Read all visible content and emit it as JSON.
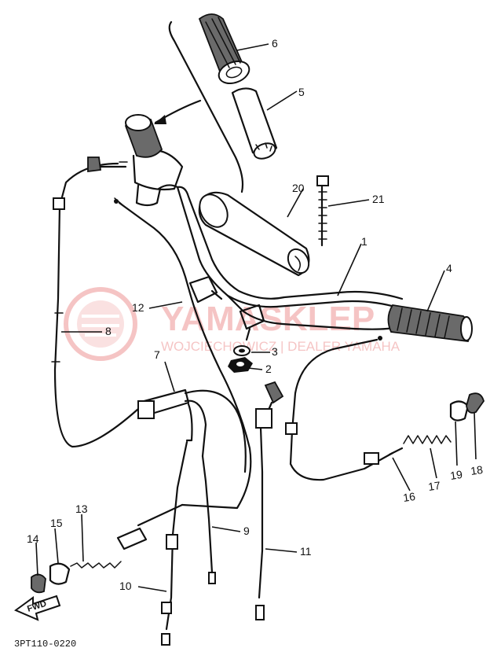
{
  "diagram": {
    "drawing_code": "3PT110-0220",
    "fwd_label": "FWD",
    "callouts": [
      {
        "id": "c1",
        "label": "1"
      },
      {
        "id": "c2",
        "label": "2"
      },
      {
        "id": "c3",
        "label": "3"
      },
      {
        "id": "c4",
        "label": "4"
      },
      {
        "id": "c5",
        "label": "5"
      },
      {
        "id": "c6",
        "label": "6"
      },
      {
        "id": "c7",
        "label": "7"
      },
      {
        "id": "c8",
        "label": "8"
      },
      {
        "id": "c9",
        "label": "9"
      },
      {
        "id": "c10",
        "label": "10"
      },
      {
        "id": "c11",
        "label": "11"
      },
      {
        "id": "c12",
        "label": "12"
      },
      {
        "id": "c13",
        "label": "13"
      },
      {
        "id": "c14",
        "label": "14"
      },
      {
        "id": "c15",
        "label": "15"
      },
      {
        "id": "c16",
        "label": "16"
      },
      {
        "id": "c17",
        "label": "17"
      },
      {
        "id": "c18",
        "label": "18"
      },
      {
        "id": "c19",
        "label": "19"
      },
      {
        "id": "c20",
        "label": "20"
      },
      {
        "id": "c21",
        "label": "21"
      }
    ]
  },
  "watermark": {
    "brand": "YAMASKLEP",
    "tagline": "WOJCIECHOWICZ | DEALER YAMAHA",
    "color": "#e35a5a"
  }
}
